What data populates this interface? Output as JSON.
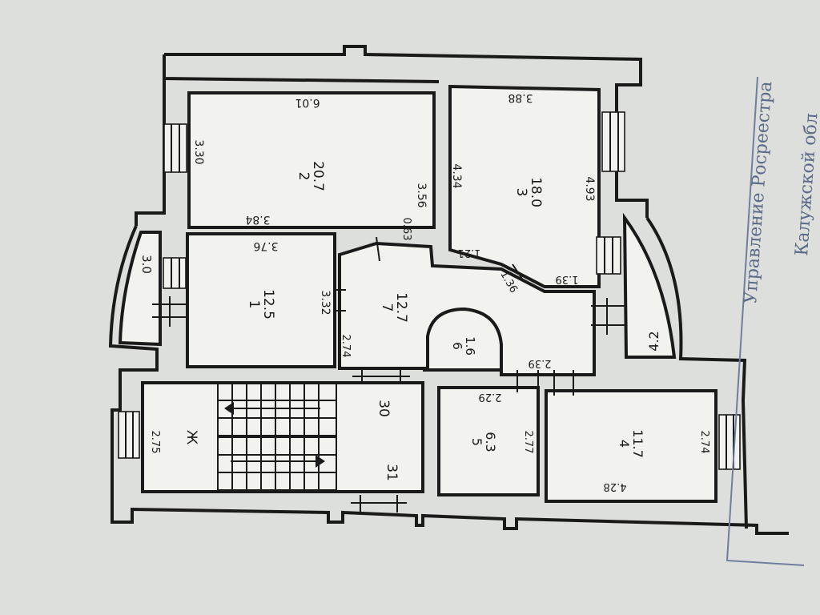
{
  "rooms": [
    {
      "number": "1",
      "area": "12.5"
    },
    {
      "number": "2",
      "area": "20.7"
    },
    {
      "number": "3",
      "area": "18.0"
    },
    {
      "number": "4",
      "area": "11.7"
    },
    {
      "number": "5",
      "area": "6.3"
    },
    {
      "number": "6",
      "area": "1.6"
    },
    {
      "number": "7",
      "area": "12.7"
    }
  ],
  "stair_label": "Ж",
  "stair_numbers": [
    "30",
    "31"
  ],
  "dimensions": {
    "r2_top": "6.01",
    "r2_left": "3.30",
    "r2_right": "3.56",
    "r2_bottom": "3.84",
    "r3_top": "3.88",
    "r3_left": "4.34",
    "r3_right": "4.93",
    "r3_bottom_a": "1.21",
    "r3_bottom_b": "1.39",
    "r1_top": "3.76",
    "r1_right": "3.32",
    "hall_left": "2.74",
    "hall_a": "0.63",
    "hall_b": "1.36",
    "bay_left": "3.0",
    "bay_right": "4.2",
    "r6_a": "2.39",
    "r5_top": "2.29",
    "r5_right": "2.77",
    "r4_left": "2.74",
    "r4_bottom": "4.28",
    "stair_left": "2.75"
  },
  "stamp": {
    "line1": "Управление Росреестра",
    "line2": "Калужской обл"
  }
}
